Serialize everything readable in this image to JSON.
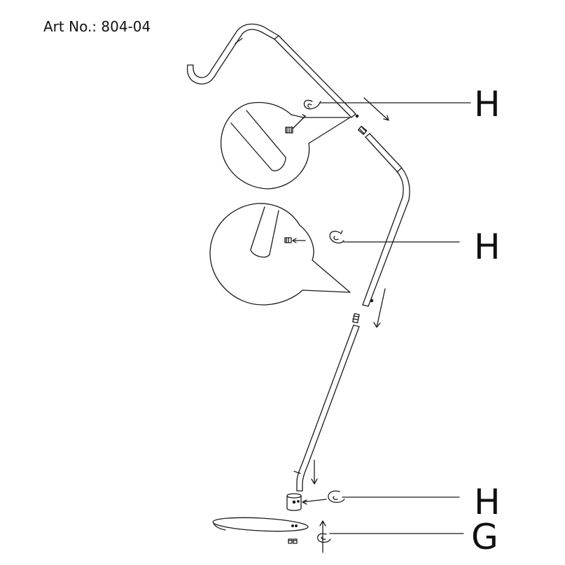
{
  "header": {
    "art_no": "Art No.: 804-04"
  },
  "callouts": [
    {
      "letter": "H",
      "part": "allen-key"
    },
    {
      "letter": "H",
      "part": "allen-key"
    },
    {
      "letter": "H",
      "part": "allen-key"
    },
    {
      "letter": "G",
      "part": "allen-key-small"
    }
  ],
  "colors": {
    "line": "#1a1a1a",
    "background": "#ffffff"
  }
}
